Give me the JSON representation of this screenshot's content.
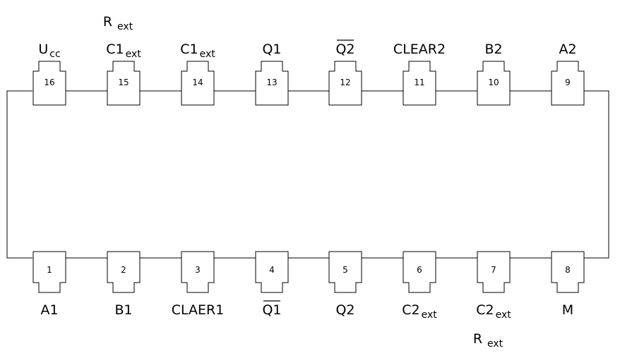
{
  "chip": {
    "top_pins": [
      {
        "number": "16",
        "label": "U",
        "sub": "cc"
      },
      {
        "number": "15",
        "label": "C1",
        "sub": "ext",
        "extra_label": "R",
        "extra_sub": "ext"
      },
      {
        "number": "14",
        "label": "C1",
        "sub": "ext"
      },
      {
        "number": "13",
        "label": "Q1"
      },
      {
        "number": "12",
        "label": "Q2",
        "overline": true
      },
      {
        "number": "11",
        "label": "CLEAR2"
      },
      {
        "number": "10",
        "label": "B2"
      },
      {
        "number": "9",
        "label": "A2"
      }
    ],
    "bottom_pins": [
      {
        "number": "1",
        "label": "A1"
      },
      {
        "number": "2",
        "label": "B1"
      },
      {
        "number": "3",
        "label": "CLAER1"
      },
      {
        "number": "4",
        "label": "Q1",
        "overline": true
      },
      {
        "number": "5",
        "label": "Q2"
      },
      {
        "number": "6",
        "label": "C2",
        "sub": "ext"
      },
      {
        "number": "7",
        "label": "C2",
        "sub": "ext",
        "extra_label": "R",
        "extra_sub": "ext"
      },
      {
        "number": "8",
        "label": "M"
      }
    ]
  }
}
